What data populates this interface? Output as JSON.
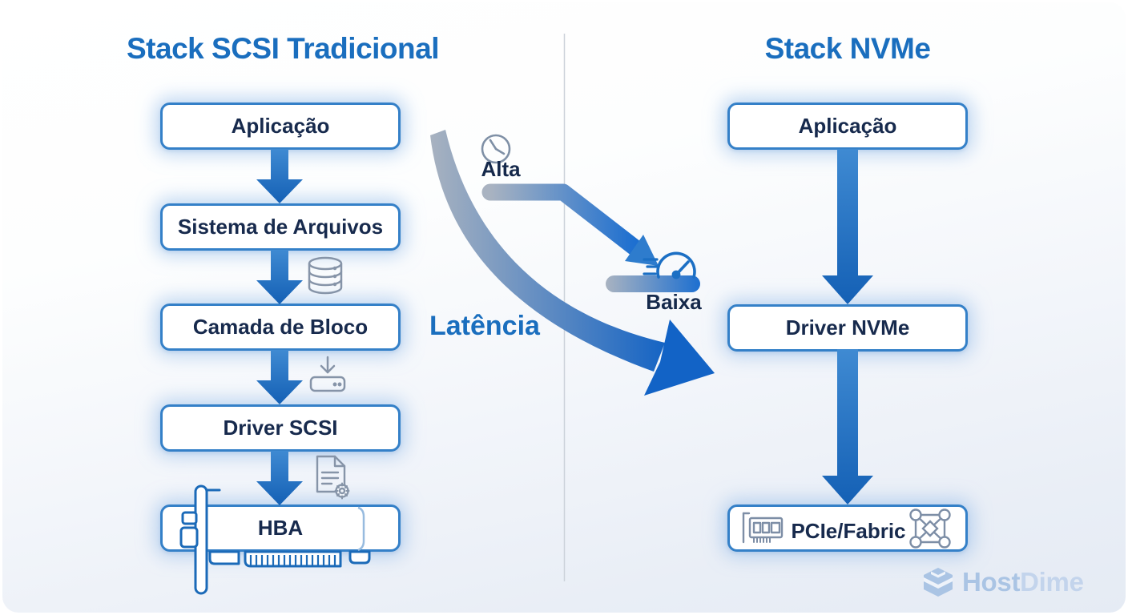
{
  "diagram": {
    "left_stack": {
      "title": "Stack SCSI Tradicional",
      "boxes": [
        "Aplicação",
        "Sistema de Arquivos",
        "Camada de Bloco",
        "Driver SCSI",
        "HBA"
      ]
    },
    "right_stack": {
      "title": "Stack NVMe",
      "boxes": [
        "Aplicação",
        "Driver NVMe",
        "PCIe/Fabric"
      ]
    },
    "latency": {
      "label": "Latência",
      "high": "Alta",
      "low": "Baixa"
    },
    "icons": {
      "clock_icon": "◷",
      "speedometer_icon": "⏱",
      "database_icon": "🛢",
      "install_driver_icon": "⤓",
      "document_gear_icon": "⚙",
      "hba_card_icon": "▤",
      "pcie_card_icon": "▤",
      "fabric_network_icon": "◫",
      "hostdime_logo_icon": "⬡"
    },
    "watermark": {
      "brand_bold": "Host",
      "brand_light": "Dime"
    },
    "colors": {
      "title_blue": "#1a6ebe",
      "box_border": "#3480c8",
      "box_text": "#172a4d",
      "arrow_blue": "#1d6ec2",
      "swoosh_gray": "#a8b2c0",
      "icon_gray": "#8795a9",
      "divider_gray": "#ccd2da",
      "watermark_blue": "#aac4e4"
    }
  }
}
